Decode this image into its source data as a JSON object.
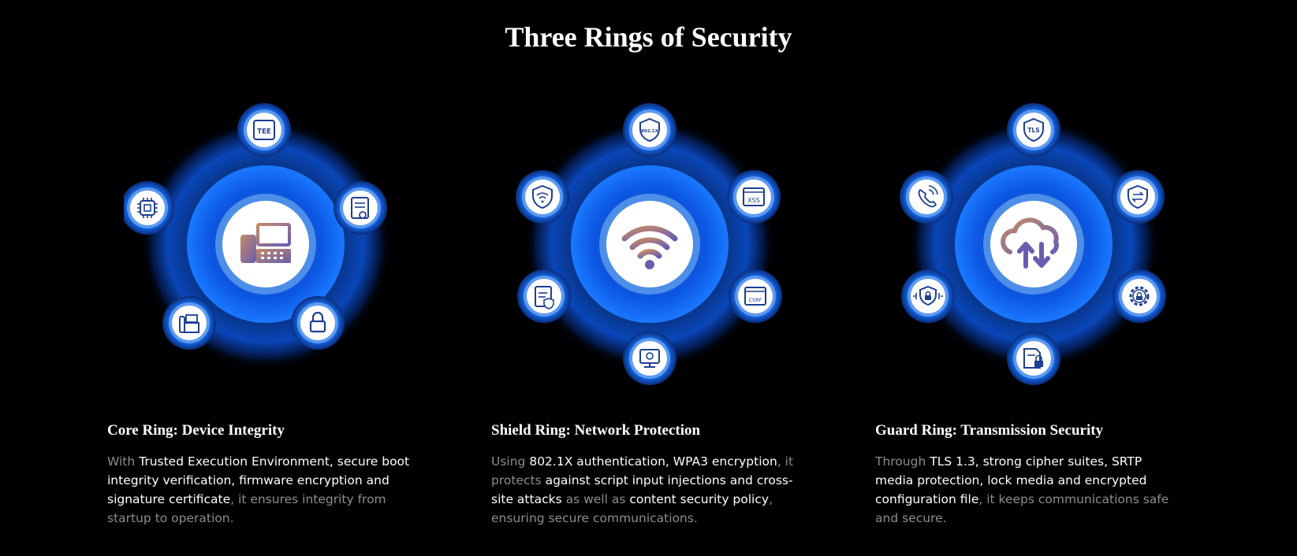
{
  "title": "Three Rings of Security",
  "colors": {
    "background": "#000000",
    "ring_glow": "#1a6cf0",
    "icon_stroke": "#1f3f8f",
    "muted_text": "#8d8d8d"
  },
  "sections": [
    {
      "heading": "Core Ring: Device Integrity",
      "center_icon": "desk-phone-icon",
      "satellite_icons": [
        "tee-chip-icon",
        "certificate-icon",
        "lock-icon",
        "desk-phone-icon",
        "cpu-chip-icon"
      ],
      "badge_texts": {
        "tee": "TEE"
      },
      "description": [
        {
          "text": "With ",
          "highlight": false
        },
        {
          "text": "Trusted Execution Environment, secure boot integrity verification, firmware encryption and signature certificate",
          "highlight": true
        },
        {
          "text": ", it ensures integrity from startup to operation.",
          "highlight": false
        }
      ]
    },
    {
      "heading": "Shield Ring: Network Protection",
      "center_icon": "wifi-icon",
      "satellite_icons": [
        "shield-8021x-icon",
        "xss-window-icon",
        "csrf-window-icon",
        "monitor-bug-icon",
        "clipboard-shield-icon",
        "wifi-shield-icon"
      ],
      "badge_texts": {
        "shield": "802.1X",
        "xss": "XSS",
        "csrf": "CSRF"
      },
      "description": [
        {
          "text": "Using ",
          "highlight": false
        },
        {
          "text": "802.1X authentication, WPA3 encryption",
          "highlight": true
        },
        {
          "text": ", it protects ",
          "highlight": false
        },
        {
          "text": "against script input injections and cross-site attacks",
          "highlight": true
        },
        {
          "text": " as well as ",
          "highlight": false
        },
        {
          "text": "content security policy",
          "highlight": true
        },
        {
          "text": ", ensuring secure communications.",
          "highlight": false
        }
      ]
    },
    {
      "heading": "Guard Ring: Transmission Security",
      "center_icon": "cloud-transfer-icon",
      "satellite_icons": [
        "shield-tls-icon",
        "shield-exchange-icon",
        "gear-lock-icon",
        "document-lock-icon",
        "audio-lock-icon",
        "phone-call-icon"
      ],
      "badge_texts": {
        "tls": "TLS"
      },
      "description": [
        {
          "text": "Through ",
          "highlight": false
        },
        {
          "text": "TLS 1.3, strong cipher suites, SRTP media protection, lock media and encrypted configuration file",
          "highlight": true
        },
        {
          "text": ", it keeps communications safe and secure.",
          "highlight": false
        }
      ]
    }
  ]
}
